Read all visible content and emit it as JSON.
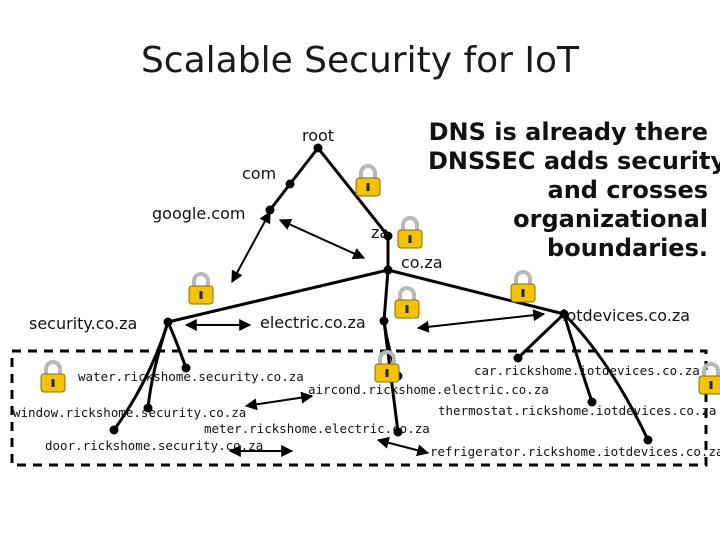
{
  "title": "Scalable Security for IoT",
  "note": [
    "DNS is already there",
    "DNSSEC adds security",
    "and crosses",
    "organizational",
    "boundaries."
  ],
  "labels": {
    "root": "root",
    "com": "com",
    "google": "google.com",
    "za": "za",
    "coza": "co.za",
    "security": "security.co.za",
    "electric": "electric.co.za",
    "iotdevices": "iotdevices.co.za",
    "water": "water.rickshome.security.co.za",
    "window": "window.rickshome.security.co.za",
    "door": "door.rickshome.security.co.za",
    "aircond": "aircond.rickshome.electric.co.za",
    "meter": "meter.rickshome.electric.co.za",
    "car": "car.rickshome.iotdevices.co.za",
    "thermostat": "thermostat.rickshome.iotdevices.co.za",
    "refrigerator": "refrigerator.rickshome.iotdevices.co.za"
  },
  "colors": {
    "line": "#000000",
    "lock_body": "#f2c400",
    "lock_shackle": "#bcbcbc",
    "dashed_border": "#000000"
  },
  "icons": {
    "lock": "lock-icon"
  }
}
